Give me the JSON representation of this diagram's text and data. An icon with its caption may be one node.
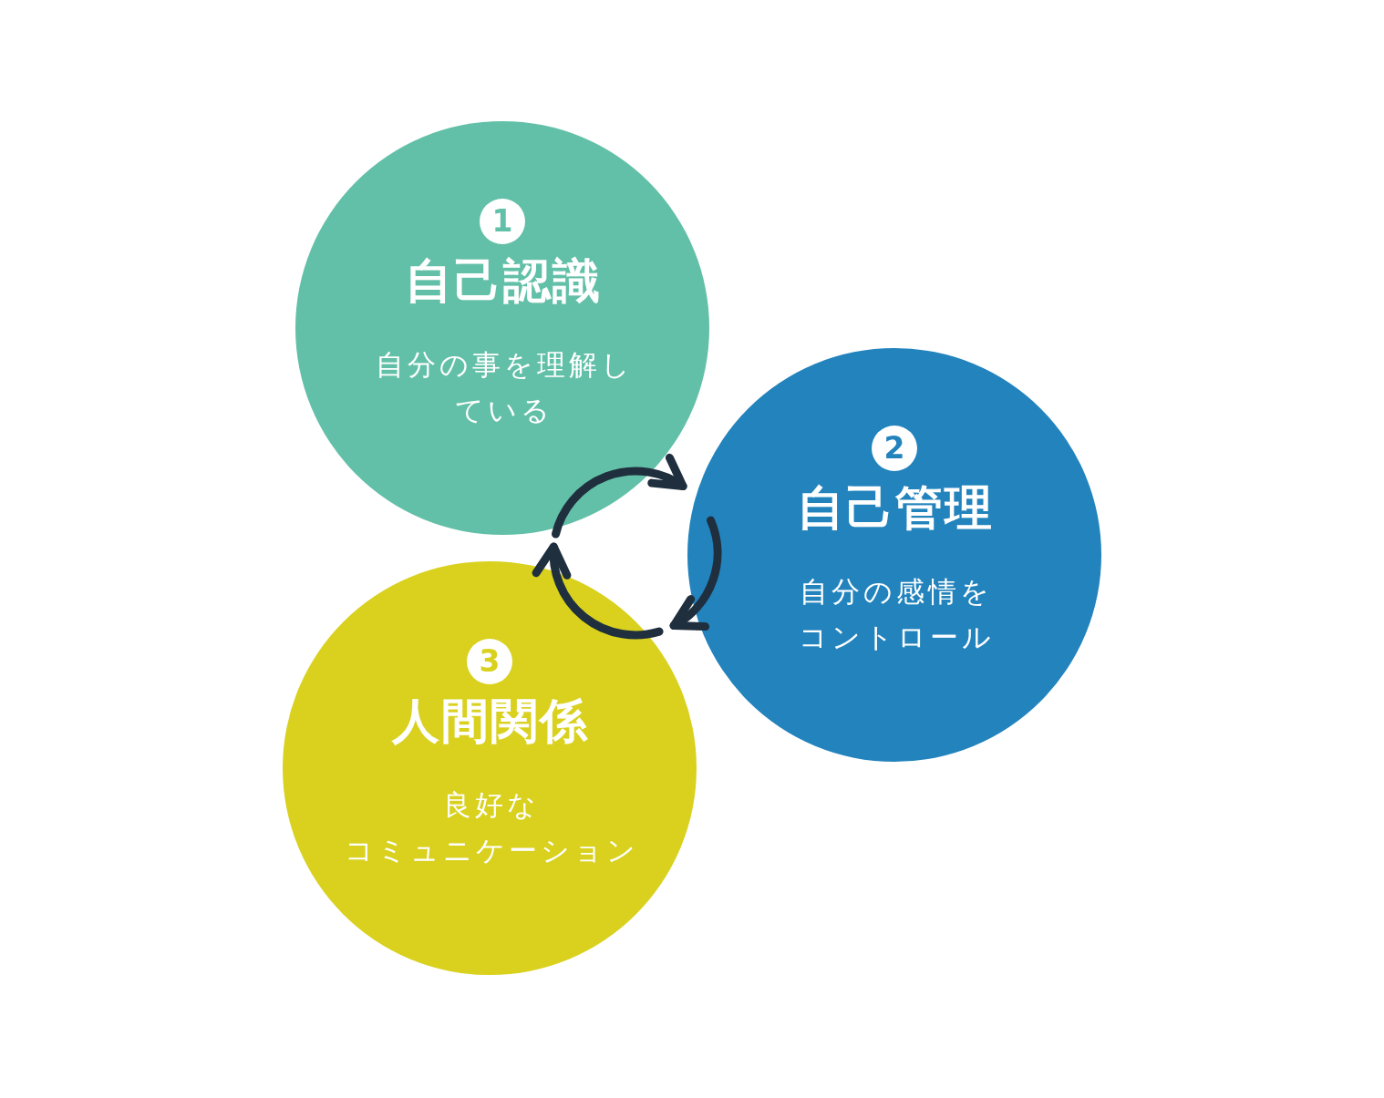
{
  "diagram": {
    "nodes": [
      {
        "text": [
          "1",
          "自己認識",
          "自分の事を理解している"
        ]
      },
      {
        "text": [
          "2",
          "自己管理",
          "自分の感情をコントロール"
        ]
      },
      {
        "text": [
          "3",
          "人間関係",
          "良好なコミュニケーション"
        ]
      }
    ],
    "edges": [
      {
        "from": 0,
        "to": 1,
        "arrow": "to"
      },
      {
        "from": 1,
        "to": 2,
        "arrow": "to"
      },
      {
        "from": 2,
        "to": 0,
        "arrow": "to"
      }
    ]
  }
}
